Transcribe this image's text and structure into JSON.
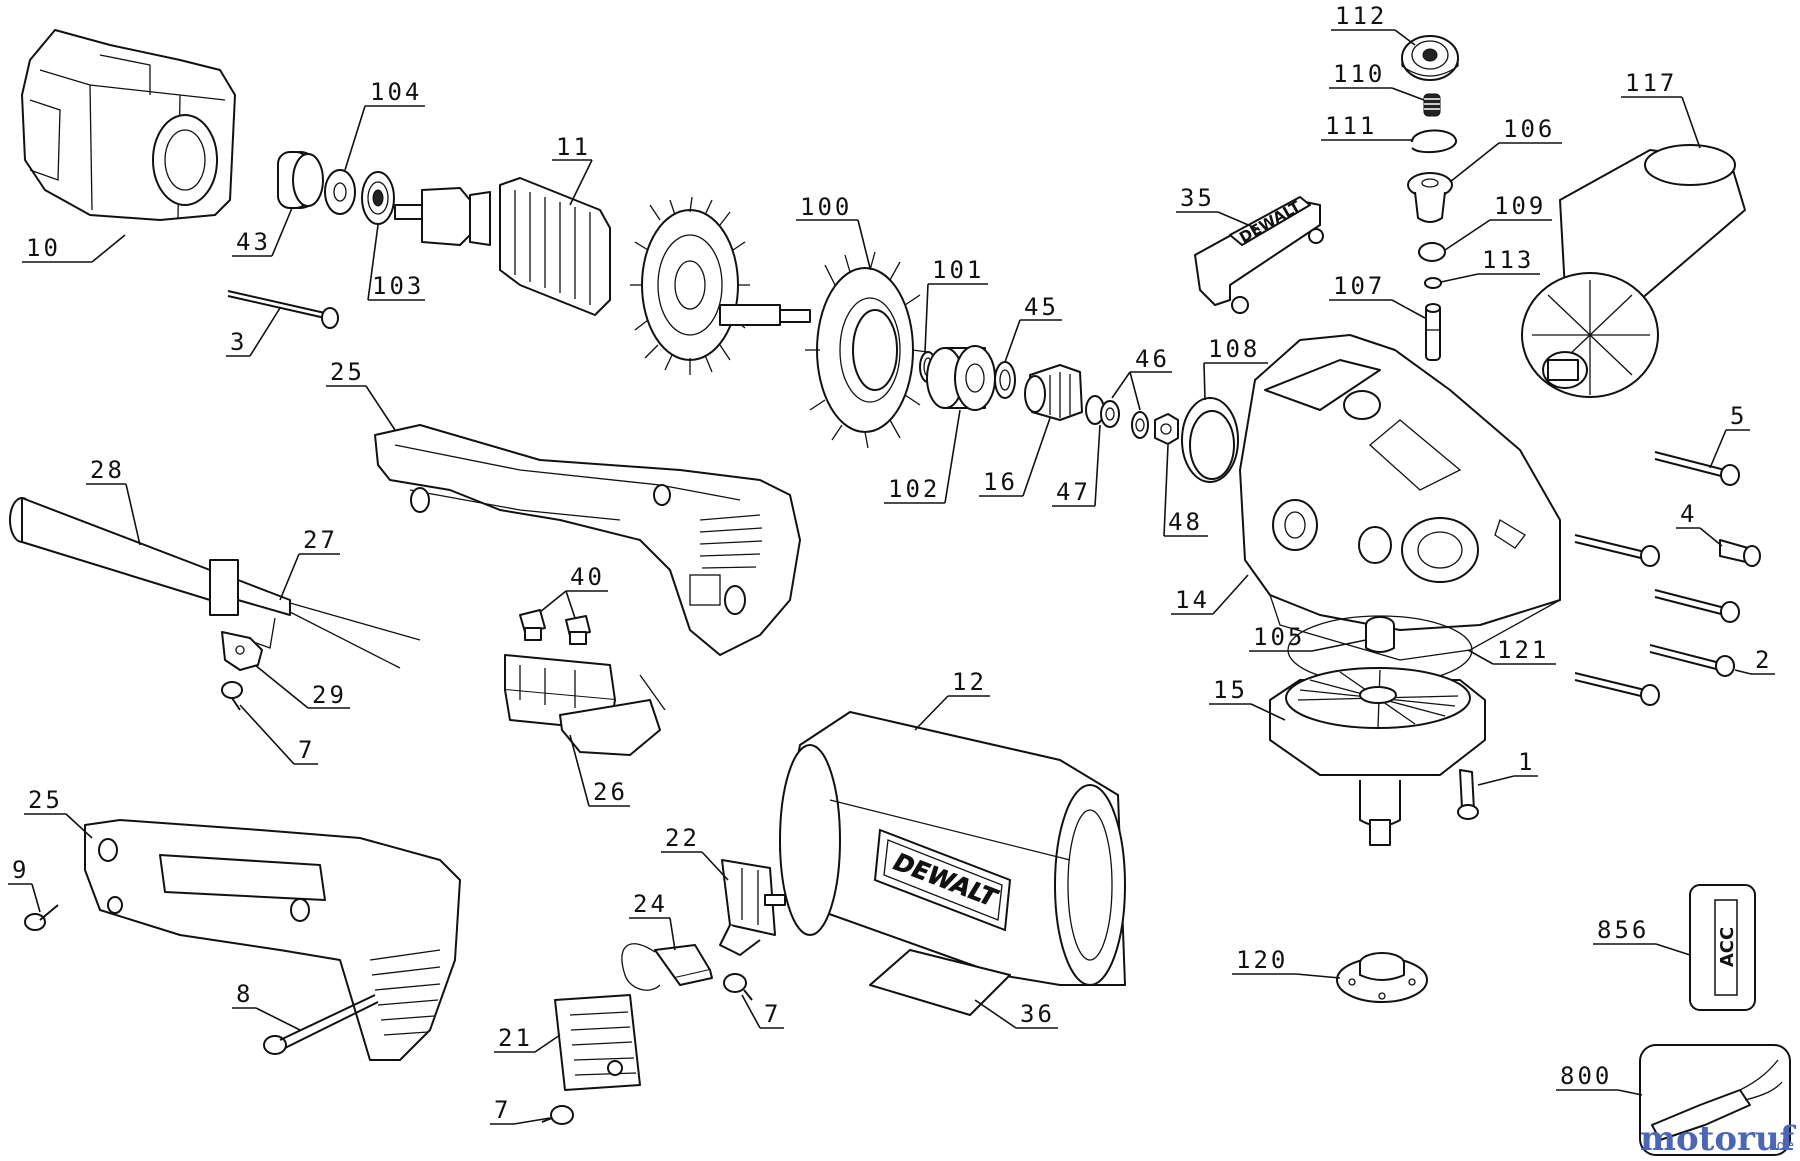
{
  "diagram": {
    "brand_marks": {
      "logo_handle_housing": "DEWALT",
      "logo_gear_cover": "DEWALT",
      "label_856": "ACC"
    },
    "watermark": {
      "main": "motoruf",
      "suffix": ".de"
    },
    "callouts": [
      {
        "id": "c10",
        "number": "10"
      },
      {
        "id": "c43",
        "number": "43"
      },
      {
        "id": "c104",
        "number": "104"
      },
      {
        "id": "c103",
        "number": "103"
      },
      {
        "id": "c11",
        "number": "11"
      },
      {
        "id": "c3",
        "number": "3"
      },
      {
        "id": "c100",
        "number": "100"
      },
      {
        "id": "c101",
        "number": "101"
      },
      {
        "id": "c45",
        "number": "45"
      },
      {
        "id": "c102",
        "number": "102"
      },
      {
        "id": "c16",
        "number": "16"
      },
      {
        "id": "c46",
        "number": "46"
      },
      {
        "id": "c47",
        "number": "47"
      },
      {
        "id": "c48",
        "number": "48"
      },
      {
        "id": "c25a",
        "number": "25"
      },
      {
        "id": "c28",
        "number": "28"
      },
      {
        "id": "c27",
        "number": "27"
      },
      {
        "id": "c29",
        "number": "29"
      },
      {
        "id": "c7a",
        "number": "7"
      },
      {
        "id": "c40",
        "number": "40"
      },
      {
        "id": "c26",
        "number": "26"
      },
      {
        "id": "c12",
        "number": "12"
      },
      {
        "id": "c22",
        "number": "22"
      },
      {
        "id": "c24",
        "number": "24"
      },
      {
        "id": "c7b",
        "number": "7"
      },
      {
        "id": "c36",
        "number": "36"
      },
      {
        "id": "c25b",
        "number": "25"
      },
      {
        "id": "c9",
        "number": "9"
      },
      {
        "id": "c8",
        "number": "8"
      },
      {
        "id": "c21",
        "number": "21"
      },
      {
        "id": "c7c",
        "number": "7"
      },
      {
        "id": "c112",
        "number": "112"
      },
      {
        "id": "c110",
        "number": "110"
      },
      {
        "id": "c111",
        "number": "111"
      },
      {
        "id": "c106",
        "number": "106"
      },
      {
        "id": "c109",
        "number": "109"
      },
      {
        "id": "c35",
        "number": "35"
      },
      {
        "id": "c113",
        "number": "113"
      },
      {
        "id": "c107",
        "number": "107"
      },
      {
        "id": "c108",
        "number": "108"
      },
      {
        "id": "c117",
        "number": "117"
      },
      {
        "id": "c5",
        "number": "5"
      },
      {
        "id": "c4",
        "number": "4"
      },
      {
        "id": "c14",
        "number": "14"
      },
      {
        "id": "c105",
        "number": "105"
      },
      {
        "id": "c121",
        "number": "121"
      },
      {
        "id": "c2",
        "number": "2"
      },
      {
        "id": "c15",
        "number": "15"
      },
      {
        "id": "c1",
        "number": "1"
      },
      {
        "id": "c120",
        "number": "120"
      },
      {
        "id": "c856",
        "number": "856"
      },
      {
        "id": "c800",
        "number": "800"
      }
    ]
  }
}
